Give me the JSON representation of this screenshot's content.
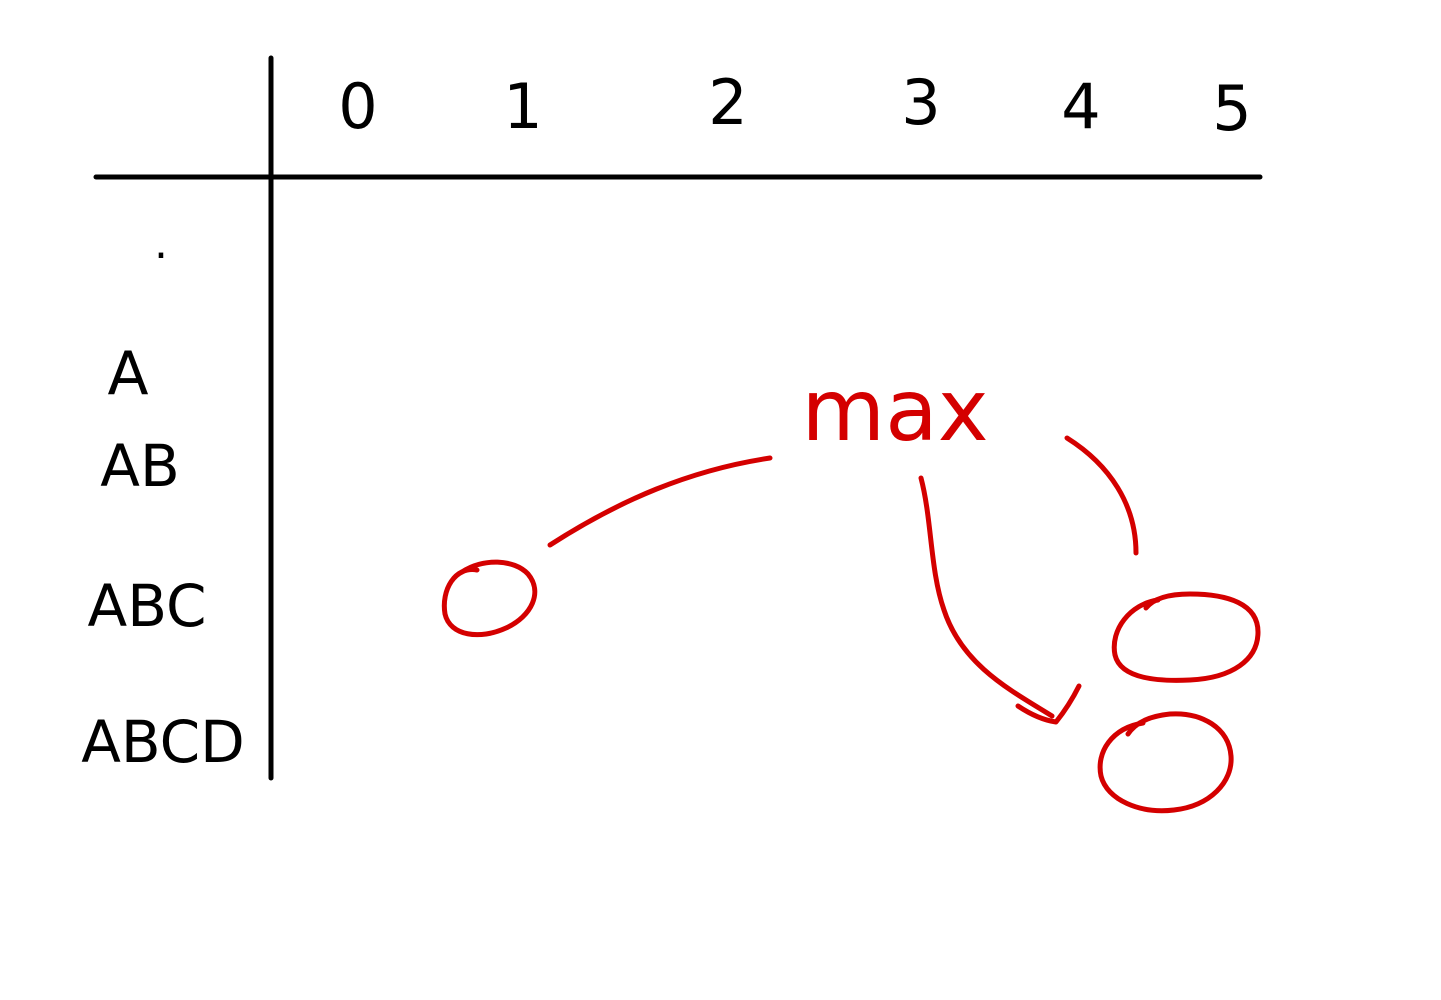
{
  "table": {
    "column_headers": [
      "0",
      "1",
      "2",
      "3",
      "4",
      "5"
    ],
    "row_labels": [
      ".",
      "A",
      "AB",
      "ABC",
      "ABCD"
    ]
  },
  "annotation": {
    "label": "max"
  },
  "colors": {
    "ink": "#000000",
    "annotation": "#d40000"
  }
}
